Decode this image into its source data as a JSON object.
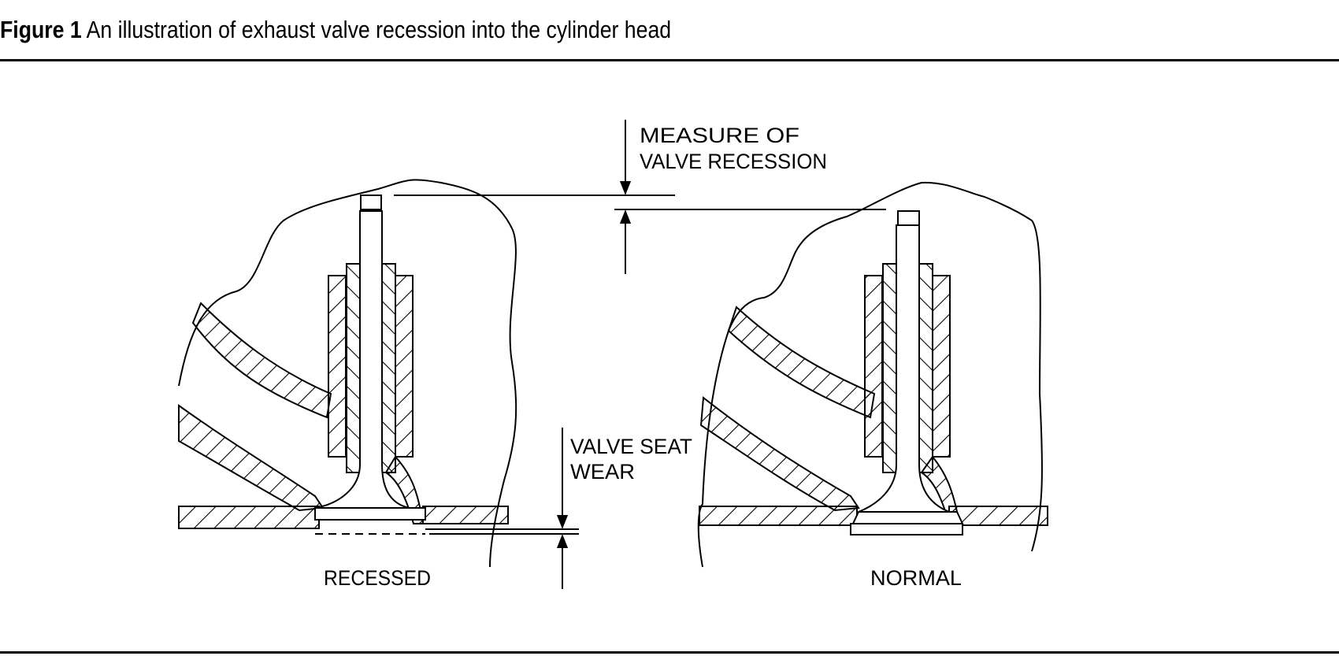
{
  "caption": {
    "figure_number": "Figure 1",
    "text": "An illustration of exhaust valve recession into the cylinder head"
  },
  "diagram": {
    "labels": {
      "measure_line1": "MEASURE OF",
      "measure_line2": "VALVE RECESSION",
      "seat_line1": "VALVE SEAT",
      "seat_line2": "WEAR",
      "left_view": "RECESSED",
      "right_view": "NORMAL"
    },
    "colors": {
      "ink": "#000000",
      "background": "#ffffff"
    }
  }
}
